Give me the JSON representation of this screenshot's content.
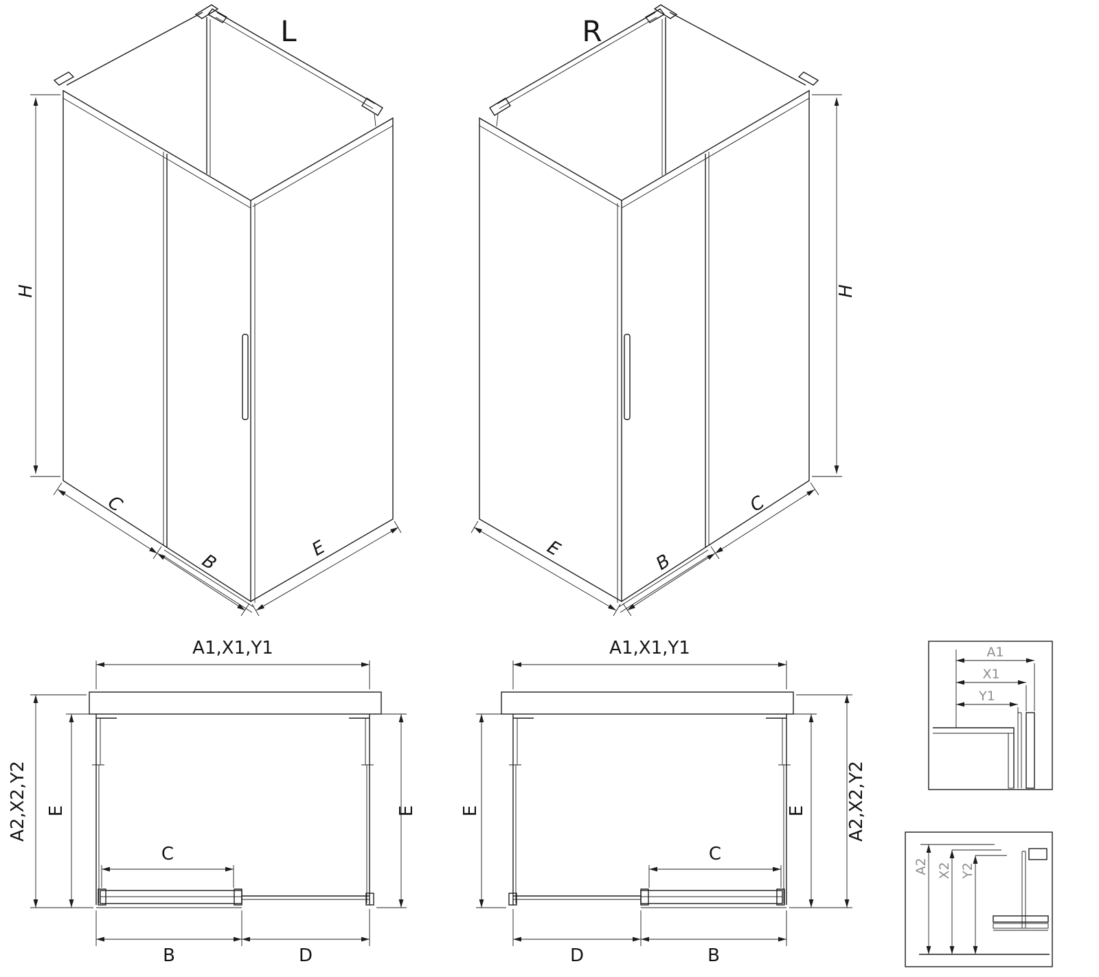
{
  "page": {
    "background": "#ffffff",
    "line_color": "#1c1c1c",
    "muted_label_color": "#8c8c8c"
  },
  "iso_left": {
    "title": "L",
    "dim_height": "H",
    "dim_fixed": "C",
    "dim_door": "B",
    "dim_side": "E"
  },
  "iso_right": {
    "title": "R",
    "dim_height": "H",
    "dim_fixed": "C",
    "dim_door": "B",
    "dim_side": "E"
  },
  "plan_left": {
    "dim_width_top": "A1,X1,Y1",
    "dim_depth_outer": "A2,X2,Y2",
    "dim_depth_left": "E",
    "dim_depth_right": "E",
    "dim_c": "C",
    "dim_b": "B",
    "dim_d": "D"
  },
  "plan_right": {
    "dim_width_top": "A1,X1,Y1",
    "dim_depth_outer": "A2,X2,Y2",
    "dim_depth_left": "E",
    "dim_depth_right": "E",
    "dim_c": "C",
    "dim_b": "B",
    "dim_d": "D"
  },
  "detail_width": {
    "dim_a1": "A1",
    "dim_x1": "X1",
    "dim_y1": "Y1"
  },
  "detail_depth": {
    "dim_a2": "A2",
    "dim_x2": "X2",
    "dim_y2": "Y2"
  }
}
